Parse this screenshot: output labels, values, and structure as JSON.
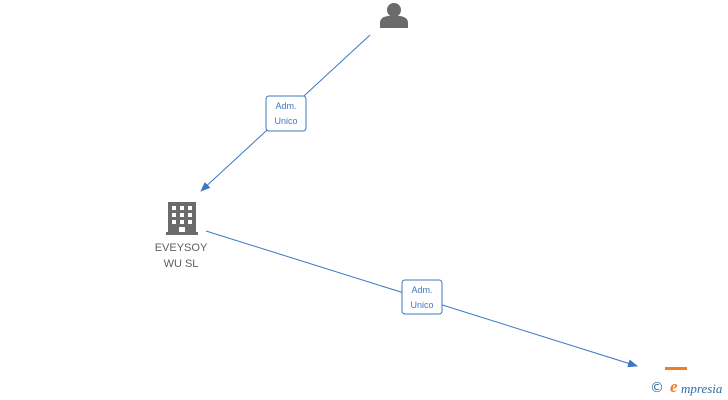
{
  "nodes": {
    "person": {
      "label": ""
    },
    "company": {
      "label_line1": "EVEYSOY",
      "label_line2": "WU SL"
    },
    "target": {
      "label": ""
    }
  },
  "edges": [
    {
      "from": "person",
      "to": "company",
      "label_line1": "Adm.",
      "label_line2": "Unico"
    },
    {
      "from": "company",
      "to": "target",
      "label_line1": "Adm.",
      "label_line2": "Unico"
    }
  ],
  "watermark": {
    "copyright": "©",
    "brand_initial": "e",
    "brand_rest": "mpresia"
  },
  "colors": {
    "edge": "#3b78c2",
    "label_border": "#3b78c2",
    "icon": "#6b6b6b",
    "node_text": "#5f5f5f",
    "accent": "#ef7d22"
  }
}
